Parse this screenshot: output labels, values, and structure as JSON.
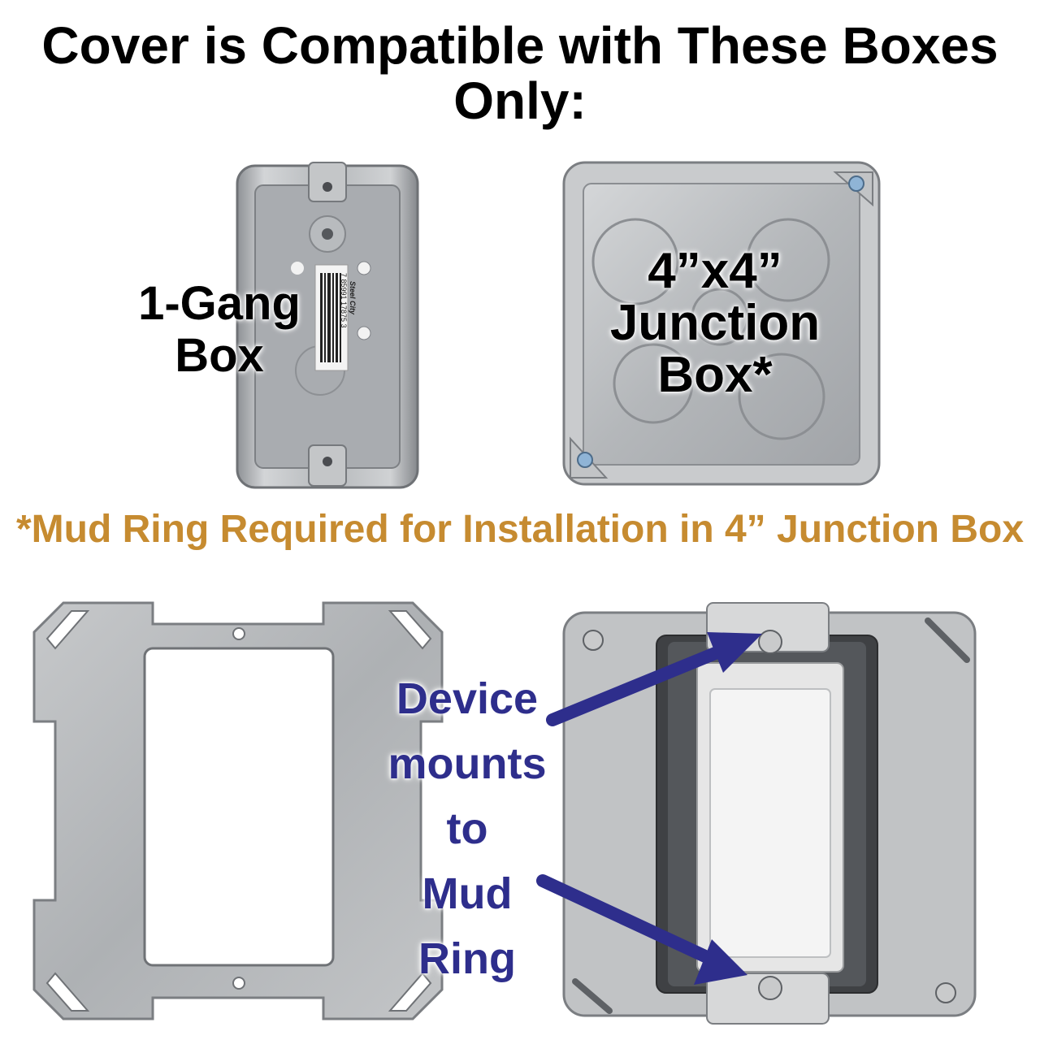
{
  "title": "Cover is Compatible with These Boxes Only:",
  "gang_box": {
    "label_line1": "1-Gang",
    "label_line2": "Box",
    "barcode_digits": "7 85991 17875 3",
    "brand": "Steel City"
  },
  "junction_box": {
    "label_line1": "4”x4”",
    "label_line2": "Junction",
    "label_line3": "Box*"
  },
  "note": "*Mud Ring Required for Installation in 4” Junction Box",
  "callout": {
    "line1": "Device",
    "line2": "mounts",
    "line3": "to",
    "line4": "Mud",
    "line5": "Ring"
  },
  "colors": {
    "note": "#c68b30",
    "callout": "#2e2e8c",
    "metal": "#b9bcbf"
  }
}
